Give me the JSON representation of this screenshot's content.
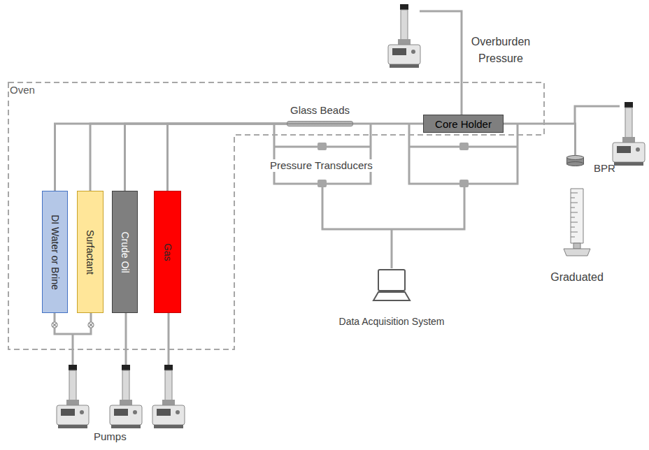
{
  "diagram": {
    "nodes": [
      {
        "text": [
          "Oven"
        ]
      },
      {
        "text": [
          "DI Water or Brine"
        ],
        "in": 0
      },
      {
        "text": [
          "Surfactant"
        ],
        "in": 0
      },
      {
        "text": [
          "Crude Oil"
        ],
        "in": 0
      },
      {
        "text": [
          "Gas"
        ],
        "in": 0
      },
      {
        "text": [
          "Glass Beads"
        ],
        "in": 0
      },
      {
        "text": [
          "Core Holder"
        ],
        "in": 0
      },
      {
        "text": [
          "BPR"
        ]
      },
      {
        "text": [
          "Graduated"
        ]
      },
      {
        "text": [
          "Data Acquisition System"
        ]
      }
    ],
    "edges": [
      {
        "from": 1,
        "to": 5,
        "arrow": "none"
      },
      {
        "from": 2,
        "to": 5,
        "arrow": "none"
      },
      {
        "from": 3,
        "to": 5,
        "arrow": "none"
      },
      {
        "from": 4,
        "to": 5,
        "arrow": "none"
      },
      {
        "from": 5,
        "to": 6,
        "arrow": "none"
      },
      {
        "from": 6,
        "to": 7,
        "arrow": "none"
      }
    ],
    "labels": [
      "Overburden Pressure",
      "Pressure Transducers",
      "Pumps"
    ]
  }
}
